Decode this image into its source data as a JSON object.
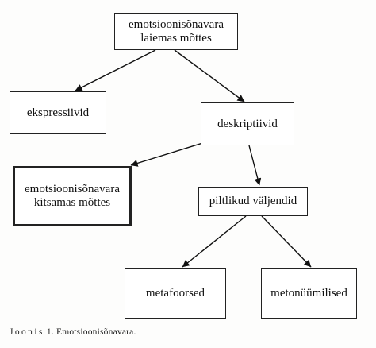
{
  "nodes": {
    "root": {
      "line1": "emotsioonisõnavara",
      "line2": "laiemas mõttes"
    },
    "expressives": {
      "label": "ekspressiivid"
    },
    "descriptives": {
      "label": "deskriptiivid"
    },
    "narrow": {
      "line1": "emotsioonisõnavara",
      "line2": "kitsamas mõttes"
    },
    "figurative": {
      "label": "piltlikud väljendid"
    },
    "metaphoric": {
      "label": "metafoorsed"
    },
    "metonymic": {
      "label": "metonüümilised"
    }
  },
  "caption": {
    "prefix": "Joonis",
    "rest": " 1. Emotsioonisõnavara."
  }
}
